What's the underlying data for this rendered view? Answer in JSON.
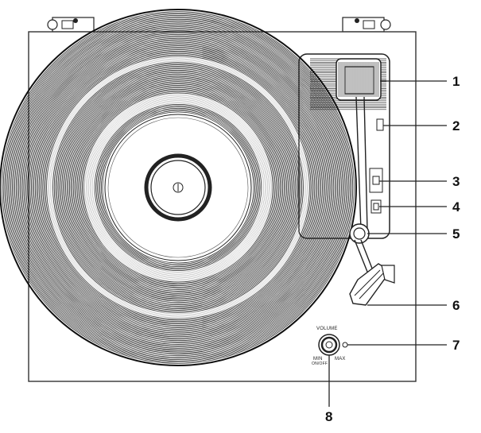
{
  "diagram": {
    "colors": {
      "line": "#222222",
      "groove_dark": "#2b2b2b",
      "groove_light": "#9a9a9a",
      "background": "#ffffff"
    },
    "controls": {
      "volume_label": "VOLUME",
      "min_label": "MIN",
      "on_off_label": "ON/OFF",
      "max_label": "MAX"
    },
    "callouts": [
      {
        "number": "1",
        "part": "tonearm-counterweight"
      },
      {
        "number": "2",
        "part": "arm-rest-clip"
      },
      {
        "number": "3",
        "part": "speed-switch"
      },
      {
        "number": "4",
        "part": "auto-stop-switch"
      },
      {
        "number": "5",
        "part": "tonearm-pivot"
      },
      {
        "number": "6",
        "part": "cartridge-headshell"
      },
      {
        "number": "7",
        "part": "power-indicator"
      },
      {
        "number": "8",
        "part": "volume-knob"
      }
    ]
  }
}
